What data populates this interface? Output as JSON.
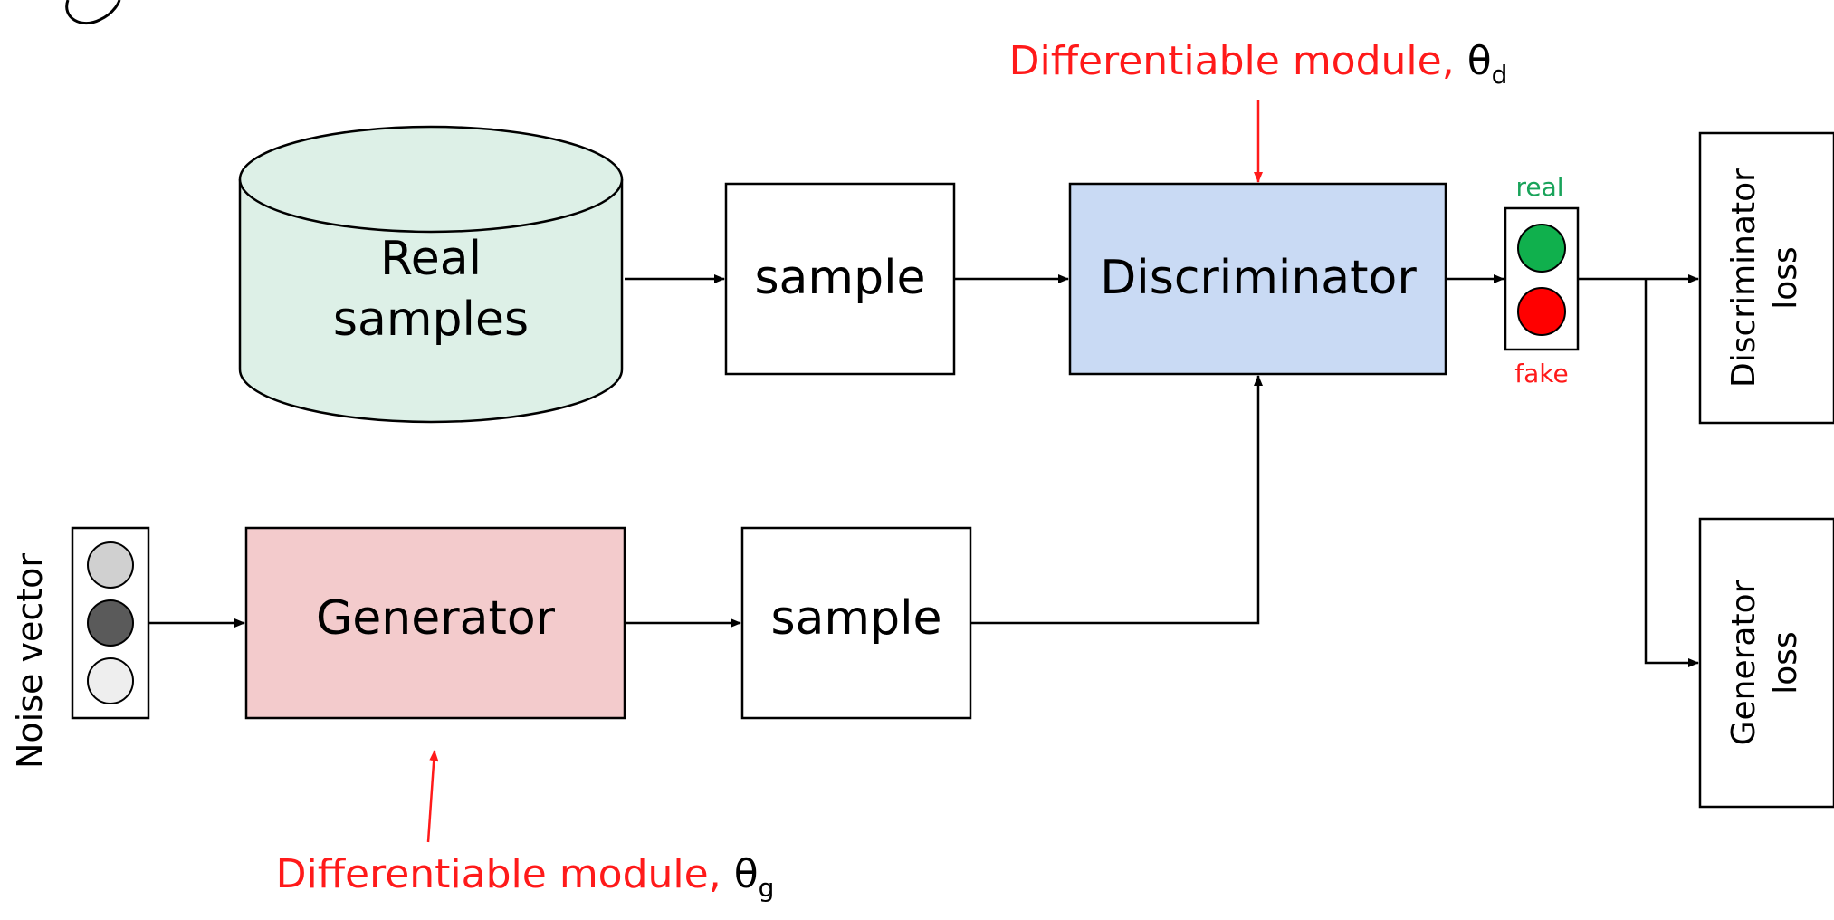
{
  "diagram": {
    "real_samples_label_line1": "Real",
    "real_samples_label_line2": "samples",
    "sample_top_label": "sample",
    "discriminator_label": "Discriminator",
    "generator_label": "Generator",
    "sample_bottom_label": "sample",
    "noise_vector_label": "Noise vector",
    "real_label": "real",
    "fake_label": "fake",
    "discriminator_loss_line1": "Discriminator",
    "discriminator_loss_line2": "loss",
    "generator_loss_line1": "Generator",
    "generator_loss_line2": "loss",
    "module_d_prefix": "Differentiable module,",
    "module_d_symbol": "θ",
    "module_d_subscript": "d",
    "module_g_prefix": "Differentiable module,",
    "module_g_symbol": "θ",
    "module_g_subscript": "g"
  },
  "colors": {
    "real_samples_fill": "#ddf0e7",
    "discriminator_fill": "#c9daf4",
    "generator_fill": "#f3cbcc",
    "annotation_red": "#ff1a1a",
    "real_green": "#19a35a",
    "light_green": "#10b04d",
    "light_red": "#ff0000"
  }
}
